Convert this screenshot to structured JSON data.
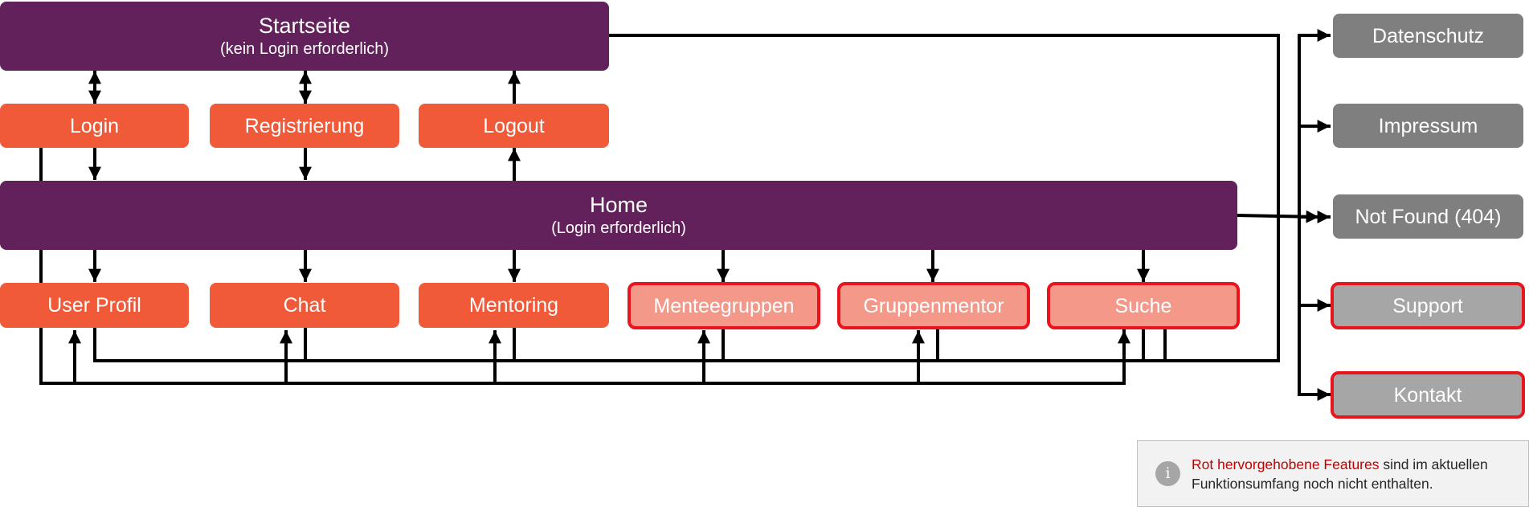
{
  "nodes": {
    "startseite": {
      "title": "Startseite",
      "subtitle": "(kein Login erforderlich)"
    },
    "login": "Login",
    "registrierung": "Registrierung",
    "logout": "Logout",
    "home": {
      "title": "Home",
      "subtitle": "(Login erforderlich)"
    },
    "user_profil": "User Profil",
    "chat": "Chat",
    "mentoring": "Mentoring",
    "menteegruppen": "Menteegruppen",
    "gruppenmentor": "Gruppenmentor",
    "suche": "Suche",
    "datenschutz": "Datenschutz",
    "impressum": "Impressum",
    "not_found": "Not Found (404)",
    "support": "Support",
    "kontakt": "Kontakt"
  },
  "colors": {
    "main_page": "#62215a",
    "feature": "#f05a39",
    "unimplemented_feature": "#f4998a",
    "static_page": "#7f7f7f",
    "unimplemented_static": "#a6a6a6",
    "highlight_border": "#e8141e"
  },
  "note": {
    "icon": "info-icon",
    "icon_glyph": "i",
    "highlight": "Rot hervorgehobene Features",
    "line1_rest": " sind im aktuellen",
    "line2": "Funktionsumfang noch nicht enthalten."
  }
}
